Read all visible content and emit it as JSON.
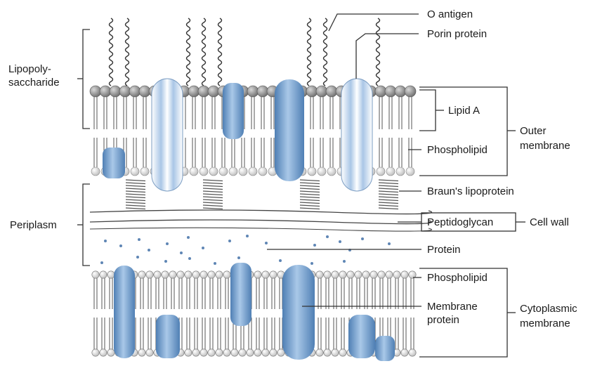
{
  "labels": {
    "o_antigen": "O antigen",
    "porin_protein": "Porin protein",
    "lipopolysaccharide_line1": "Lipopoly-",
    "lipopolysaccharide_line2": "saccharide",
    "lipid_a": "Lipid A",
    "outer_membrane_line1": "Outer",
    "outer_membrane_line2": "membrane",
    "phospholipid_outer": "Phospholipid",
    "brauns_lipoprotein": "Braun's lipoprotein",
    "periplasm": "Periplasm",
    "peptidoglycan": "Peptidoglycan",
    "cell_wall": "Cell wall",
    "protein": "Protein",
    "phospholipid_inner": "Phospholipid",
    "membrane_protein_line1": "Membrane",
    "membrane_protein_line2": "protein",
    "cytoplasmic_membrane_line1": "Cytoplasmic",
    "cytoplasmic_membrane_line2": "membrane"
  },
  "colors": {
    "protein_blue": "#6f9ccb",
    "protein_light": "#b9d4ee",
    "head_gray": "#8c8c8c",
    "head_white": "#f2f2f2",
    "line": "#333333"
  }
}
